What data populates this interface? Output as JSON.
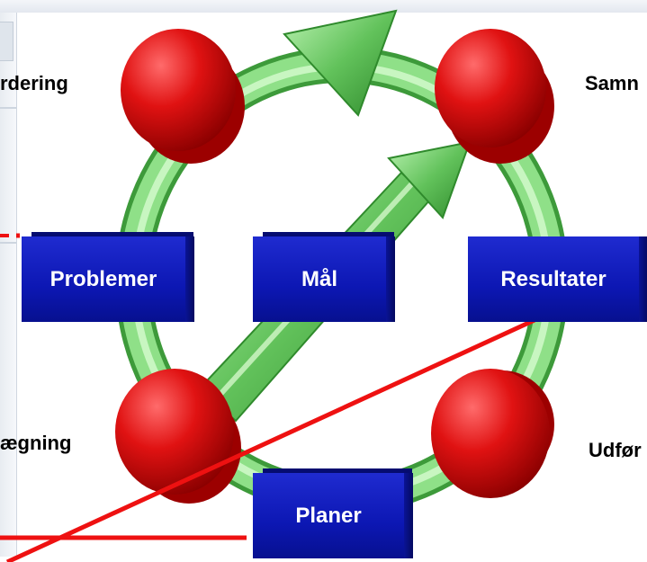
{
  "stages": {
    "top_left": "rdering",
    "top_right": "Samn",
    "bottom_left": "ægning",
    "bottom_right": "Udfør"
  },
  "boxes": {
    "problems": "Problemer",
    "goals": "Mål",
    "results": "Resultater",
    "plans": "Planer"
  },
  "colors": {
    "ring": "#7fdc7a",
    "node": "#e01212",
    "box": "#0c17b3",
    "connector": "#ee1111"
  }
}
